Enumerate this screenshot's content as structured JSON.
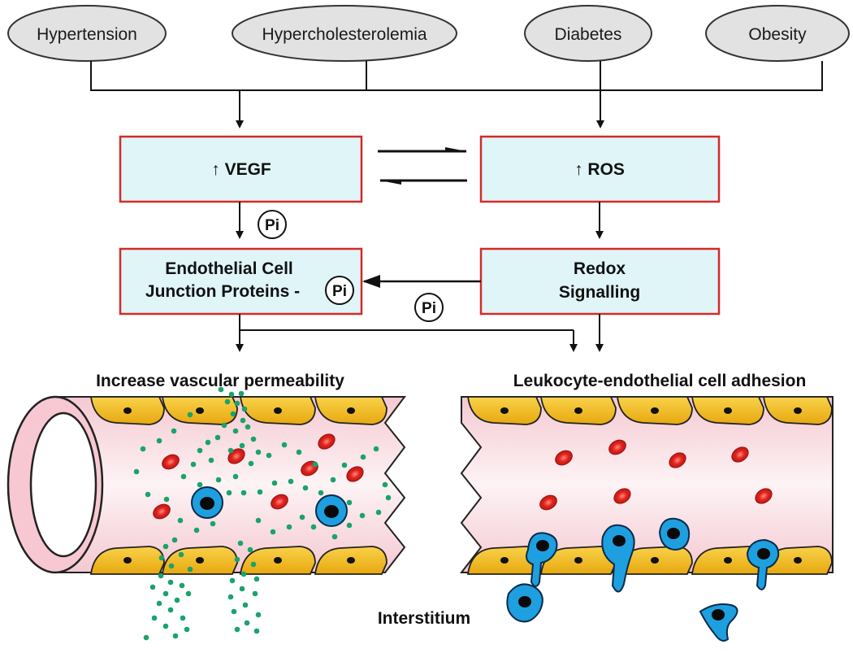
{
  "risk_factors": [
    {
      "label": "Hypertension"
    },
    {
      "label": "Hypercholesterolemia"
    },
    {
      "label": "Diabetes"
    },
    {
      "label": "Obesity"
    }
  ],
  "boxes": {
    "vegf": {
      "label": "↑ VEGF"
    },
    "ros": {
      "label": "↑ ROS"
    },
    "junction": {
      "line1": "Endothelial Cell",
      "line2": "Junction Proteins -"
    },
    "redox": {
      "line1": "Redox",
      "line2": "Signalling"
    }
  },
  "phospho_label": "Pi",
  "outcomes": {
    "permeability": "Increase vascular permeability",
    "adhesion": "Leukocyte-endothelial cell adhesion"
  },
  "interstitium_label": "Interstitium",
  "colors": {
    "box_fill": "#dff5f8",
    "box_border": "#d42a2a",
    "ellipse_fill": "#e2e2e2",
    "endothelial_cell": "#f3b917",
    "red_blood_cell": "#e0231f",
    "leukocyte": "#1e9fe0",
    "plasma_leak": "#1aa36a",
    "vessel_pink": "#f6cfd6"
  }
}
